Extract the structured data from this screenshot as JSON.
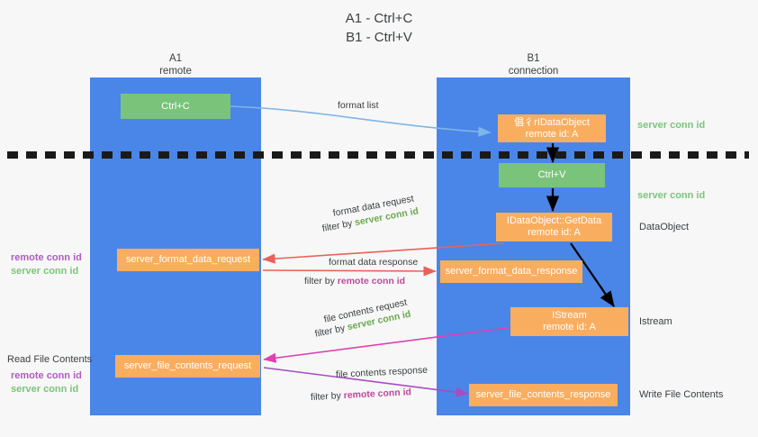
{
  "title": "A1 - Ctrl+C\nB1 - Ctrl+V",
  "lanes": [
    {
      "name": "A1",
      "sub": "remote"
    },
    {
      "name": "B1",
      "sub": "connection"
    }
  ],
  "boxes": [
    {
      "id": "ctrl-c",
      "line1": "Ctrl+C",
      "line2": "",
      "color": "#79c47a"
    },
    {
      "id": "set-clipboard-dataobject",
      "line1": "倡彳rIDataObject",
      "line2": "remote id: A",
      "color": "#f9ad5f"
    },
    {
      "id": "ctrl-v",
      "line1": "Ctrl+V",
      "line2": "",
      "color": "#79c47a"
    },
    {
      "id": "idataobject-getdata",
      "line1": "IDataObject::GetData",
      "line2": "remote id: A",
      "color": "#f9ad5f"
    },
    {
      "id": "istream",
      "line1": "IStream",
      "line2": "remote id: A",
      "color": "#f9ad5f"
    },
    {
      "id": "server-format-data-request",
      "line1": "server_format_data_request",
      "line2": "",
      "color": "#f9ad5f"
    },
    {
      "id": "server-format-data-response",
      "line1": "server_format_data_response",
      "line2": "",
      "color": "#f9ad5f"
    },
    {
      "id": "server-file-contents-request",
      "line1": "server_file_contents_request",
      "line2": "",
      "color": "#f9ad5f"
    },
    {
      "id": "server-file-contents-response",
      "line1": "server_file_contents_response",
      "line2": "",
      "color": "#f9ad5f"
    }
  ],
  "arrow_labels": {
    "format_list": "format list",
    "format_data_request": "format data request",
    "format_data_request_filter_prefix": "filter by ",
    "format_data_request_filter_key": "server conn id",
    "format_data_response": "format data response",
    "format_data_response_filter_prefix": "filter by ",
    "format_data_response_filter_key": "remote conn id",
    "file_contents_request": "file contents request",
    "file_contents_request_filter_prefix": "filter by ",
    "file_contents_request_filter_key": "server conn id",
    "file_contents_response": "file contents response",
    "file_contents_response_filter_prefix": "filter by ",
    "file_contents_response_filter_key": "remote conn id"
  },
  "right_annotations": [
    {
      "id": "server-conn-id-top",
      "text": "server conn id",
      "style": "green"
    },
    {
      "id": "server-conn-id-mid",
      "text": "server conn id",
      "style": "green"
    },
    {
      "id": "dataobject",
      "text": "DataObject",
      "style": "dark"
    },
    {
      "id": "istream",
      "text": "Istream",
      "style": "dark"
    },
    {
      "id": "write-file-contents",
      "text": "Write File Contents",
      "style": "dark"
    }
  ],
  "left_annotations": [
    {
      "id": "conn-ids-top",
      "remote": "remote conn id",
      "server": "server conn id"
    },
    {
      "id": "read-file-contents",
      "text": "Read File Contents"
    },
    {
      "id": "conn-ids-bottom",
      "remote": "remote conn id",
      "server": "server conn id"
    }
  ],
  "colors": {
    "lane": "#4a86e8",
    "orange": "#f9ad5f",
    "green_box": "#79c47a",
    "server_conn": "#6aa84f",
    "remote_conn": "#c0489e",
    "arrow_blue": "#7fb5e8",
    "arrow_red": "#e8625a",
    "arrow_magenta": "#e040b0",
    "arrow_purple": "#a64dbf",
    "arrow_black": "#000000",
    "background": "#f7f7f7"
  }
}
